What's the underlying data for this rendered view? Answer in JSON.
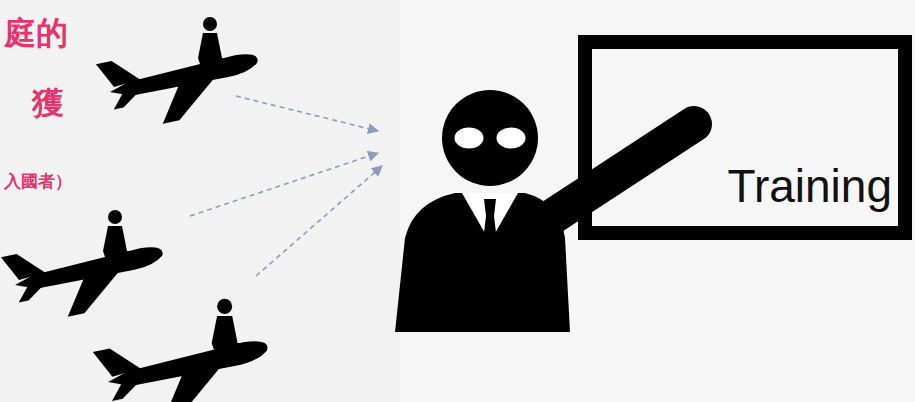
{
  "diagram": {
    "nodes": [
      {
        "text": [
          "Training"
        ]
      }
    ],
    "labels": [
      "庭的",
      "獲",
      "入國者）"
    ]
  }
}
